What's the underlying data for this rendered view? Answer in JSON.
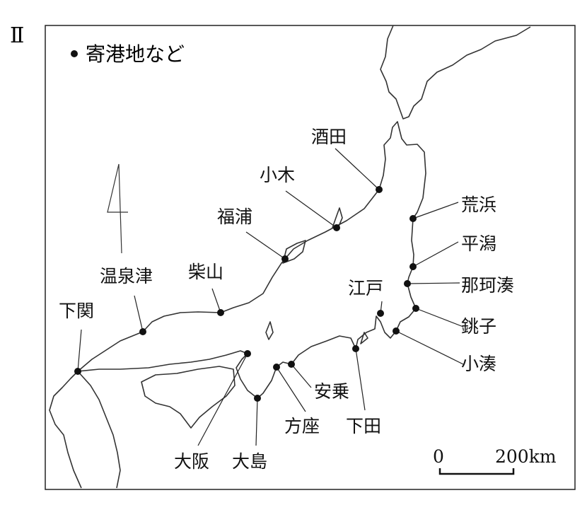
{
  "section_label": "Ⅱ",
  "legend": {
    "label": "寄港地など",
    "marker": "dot"
  },
  "north_arrow_icon": "north-arrow-icon",
  "ports": [
    {
      "id": "sakata",
      "name": "酒田"
    },
    {
      "id": "ogi",
      "name": "小木"
    },
    {
      "id": "fukura",
      "name": "福浦"
    },
    {
      "id": "shibayama",
      "name": "柴山"
    },
    {
      "id": "yunotsu",
      "name": "温泉津"
    },
    {
      "id": "shimonoseki",
      "name": "下関"
    },
    {
      "id": "osaka",
      "name": "大阪"
    },
    {
      "id": "oshima",
      "name": "大島"
    },
    {
      "id": "hoza",
      "name": "方座"
    },
    {
      "id": "anori",
      "name": "安乗"
    },
    {
      "id": "shimoda",
      "name": "下田"
    },
    {
      "id": "edo",
      "name": "江戸"
    },
    {
      "id": "arahama",
      "name": "荒浜"
    },
    {
      "id": "hirakata",
      "name": "平潟"
    },
    {
      "id": "nakaminato",
      "name": "那珂湊"
    },
    {
      "id": "choshi",
      "name": "銚子"
    },
    {
      "id": "kominato",
      "name": "小湊"
    }
  ],
  "scale": {
    "start": "0",
    "end": "200km"
  },
  "colors": {
    "ink": "#111111",
    "coast": "#333333",
    "background": "#ffffff"
  }
}
